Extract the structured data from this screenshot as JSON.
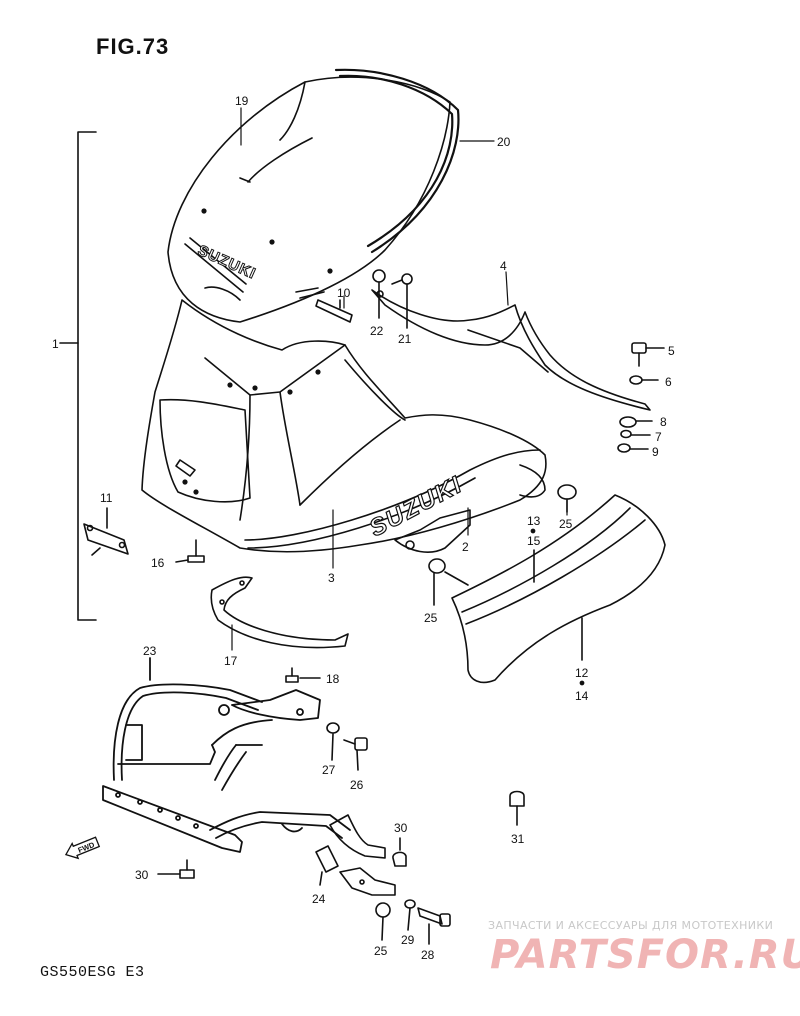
{
  "figure": {
    "title": "FIG.73"
  },
  "model_code": "GS550ESG E3",
  "watermark": {
    "tagline": "ЗАПЧАСТИ И АКСЕССУАРЫ ДЛЯ МОТОТЕХНИКИ",
    "brand": "PARTSFOR.RU"
  },
  "fwd_arrow": "FWD",
  "brand_marks": {
    "windscreen": "SUZUKI",
    "fairing": "SUZUKI"
  },
  "callouts": [
    {
      "id": "c19",
      "label": "19"
    },
    {
      "id": "c20",
      "label": "20"
    },
    {
      "id": "c1",
      "label": "1"
    },
    {
      "id": "c4",
      "label": "4"
    },
    {
      "id": "c10",
      "label": "10"
    },
    {
      "id": "c22",
      "label": "22"
    },
    {
      "id": "c21",
      "label": "21"
    },
    {
      "id": "c5",
      "label": "5"
    },
    {
      "id": "c6",
      "label": "6"
    },
    {
      "id": "c8",
      "label": "8"
    },
    {
      "id": "c7",
      "label": "7"
    },
    {
      "id": "c9",
      "label": "9"
    },
    {
      "id": "c11",
      "label": "11"
    },
    {
      "id": "c13",
      "label": "13"
    },
    {
      "id": "c25a",
      "label": "25"
    },
    {
      "id": "c2",
      "label": "2"
    },
    {
      "id": "c15",
      "label": "15"
    },
    {
      "id": "c16",
      "label": "16"
    },
    {
      "id": "c3",
      "label": "3"
    },
    {
      "id": "c25b",
      "label": "25"
    },
    {
      "id": "c12",
      "label": "12"
    },
    {
      "id": "c14",
      "label": "14"
    },
    {
      "id": "c17",
      "label": "17"
    },
    {
      "id": "c23",
      "label": "23"
    },
    {
      "id": "c18",
      "label": "18"
    },
    {
      "id": "c27",
      "label": "27"
    },
    {
      "id": "c26",
      "label": "26"
    },
    {
      "id": "c31",
      "label": "31"
    },
    {
      "id": "c30a",
      "label": "30"
    },
    {
      "id": "c30b",
      "label": "30"
    },
    {
      "id": "c24",
      "label": "24"
    },
    {
      "id": "c25c",
      "label": "25"
    },
    {
      "id": "c29",
      "label": "29"
    },
    {
      "id": "c28",
      "label": "28"
    }
  ]
}
